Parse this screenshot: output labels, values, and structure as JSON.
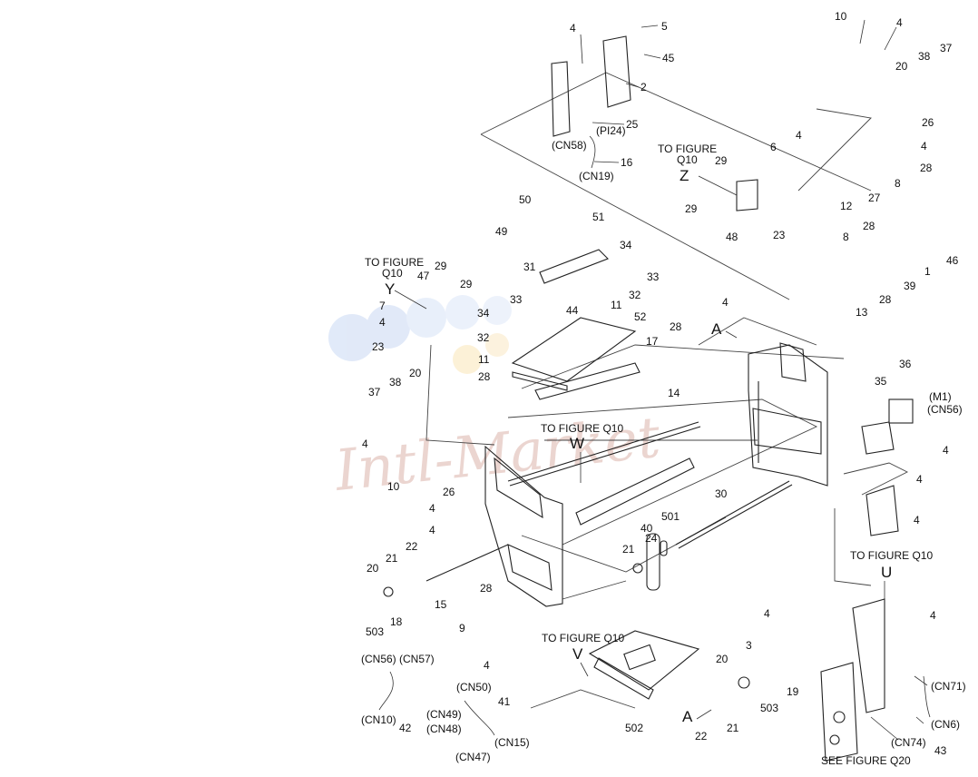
{
  "watermark": "Intl-Market",
  "refs": {
    "to_fig_q10": "TO FIGURE Q10",
    "to_figure": "TO FIGURE",
    "q10": "Q10",
    "see_q20": "SEE FIGURE Q20",
    "A": "A",
    "Z": "Z",
    "Y": "Y",
    "W": "W",
    "U": "U",
    "V": "V"
  },
  "connectors": {
    "cn58": "(CN58)",
    "pi24": "(PI24)",
    "cn19": "(CN19)",
    "m1": "(M1)",
    "cn56a": "(CN56)",
    "cn56b": "(CN56)",
    "cn57": "(CN57)",
    "cn10": "(CN10)",
    "cn50": "(CN50)",
    "cn49": "(CN49)",
    "cn48": "(CN48)",
    "cn15": "(CN15)",
    "cn47": "(CN47)",
    "cn71": "(CN71)",
    "cn6": "(CN6)",
    "cn74": "(CN74)"
  },
  "parts": [
    "4",
    "5",
    "45",
    "2",
    "25",
    "16",
    "10",
    "4",
    "20",
    "38",
    "37",
    "26",
    "4",
    "28",
    "8",
    "27",
    "12",
    "6",
    "4",
    "29",
    "29",
    "48",
    "23",
    "50",
    "49",
    "51",
    "34",
    "31",
    "33",
    "32",
    "44",
    "11",
    "52",
    "33",
    "34",
    "32",
    "11",
    "17",
    "28",
    "28",
    "29",
    "47",
    "29",
    "7",
    "4",
    "23",
    "8",
    "28",
    "1",
    "46",
    "39",
    "13",
    "28",
    "4",
    "36",
    "35",
    "4",
    "4",
    "4",
    "38",
    "20",
    "37",
    "4",
    "10",
    "26",
    "14",
    "30",
    "4",
    "4",
    "22",
    "21",
    "20",
    "18",
    "503",
    "15",
    "28",
    "9",
    "4",
    "21",
    "24",
    "40",
    "501",
    "42",
    "41",
    "502",
    "4",
    "3",
    "20",
    "19",
    "503",
    "22",
    "21",
    "4",
    "43"
  ]
}
